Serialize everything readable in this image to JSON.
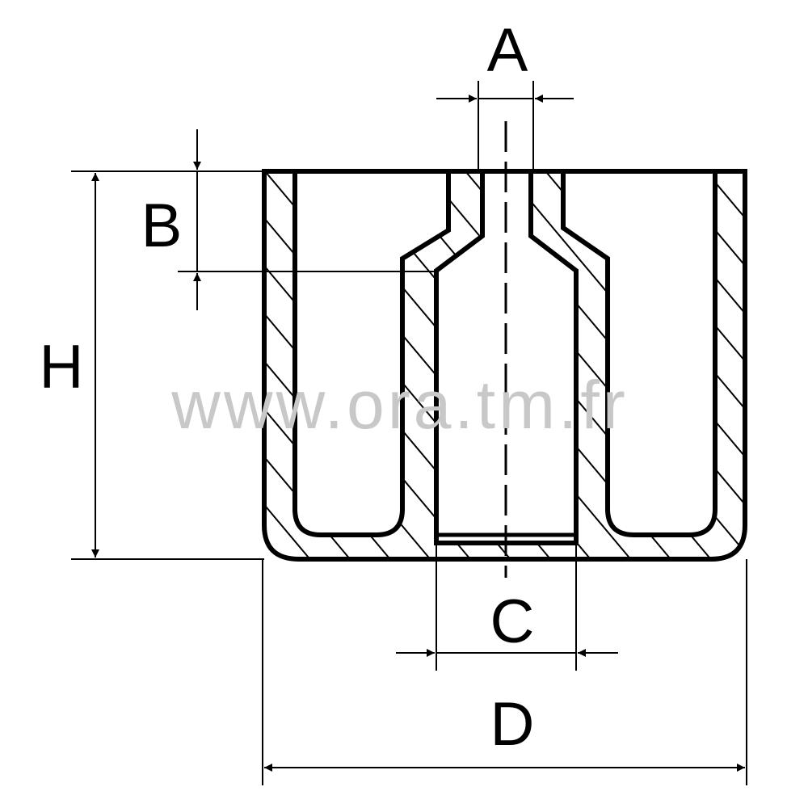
{
  "labels": {
    "A": "A",
    "B": "B",
    "C": "C",
    "D": "D",
    "H": "H"
  },
  "watermark": "www.ora.tm.fr",
  "colors": {
    "line": "#000000",
    "watermark": "#c8c8c8",
    "background": "#ffffff"
  }
}
